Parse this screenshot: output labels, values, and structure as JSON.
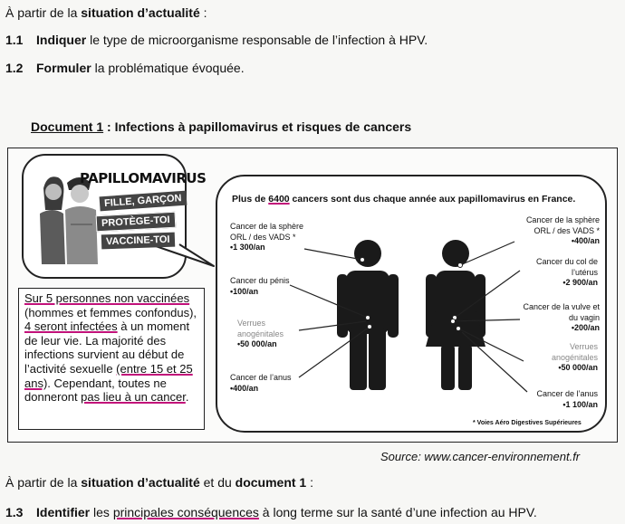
{
  "intro": {
    "prefix": "À partir de la ",
    "bold": "situation d’actualité",
    "suffix": " :"
  },
  "questions": [
    {
      "num": "1.1",
      "verb": "Indiquer",
      "text": " le type de microorganisme responsable de l’infection à HPV."
    },
    {
      "num": "1.2",
      "verb": "Formuler",
      "text": " la problématique évoquée."
    }
  ],
  "document": {
    "label": "Document 1",
    "title": " : Infections à papillomavirus et risques de cancers"
  },
  "poster": {
    "title": "PAPILLOMAVIRUS",
    "line1": "FILLE, GARÇON",
    "line2": "PROTÈGE-TOI",
    "line3": "VACCINE-TOI"
  },
  "textbox": {
    "p1": "Sur 5 personnes non vaccinées",
    "p2": "(hommes et femmes confondus),",
    "p3": "4 seront infectées",
    "p4": " à un moment de leur vie. La majorité des infections survient au début de l’activité sexuelle ",
    "p5": "(entre 15 et 25 ans)",
    "p6": ". Cependant, toutes ne donneront ",
    "p7": "pas lieu à un cancer",
    "p8": "."
  },
  "infographic": {
    "title_a": "Plus de ",
    "title_num": "6400",
    "title_b": " cancers sont dus chaque année aux papillomavirus en France.",
    "left": [
      {
        "label": "Cancer de la sphère ORL / des VADS *",
        "value": "•1 300/an"
      },
      {
        "label": "Cancer du pénis",
        "value": "•100/an"
      },
      {
        "label": "Verrues anogénitales",
        "value": "•50 000/an"
      },
      {
        "label": "Cancer de l’anus",
        "value": "•400/an"
      }
    ],
    "right": [
      {
        "label": "Cancer de la sphère ORL / des VADS *",
        "value": "•400/an"
      },
      {
        "label": "Cancer du col de l’utérus",
        "value": "•2 900/an"
      },
      {
        "label": "Cancer de la vulve et du vagin",
        "value": "•200/an"
      },
      {
        "label": "Verrues anogénitales",
        "value": "•50 000/an"
      },
      {
        "label": "Cancer de l’anus",
        "value": "•1 100/an"
      }
    ],
    "footnote": "* Voies Aéro Digestives Supérieures"
  },
  "source": "Source: www.cancer-environnement.fr",
  "intro2": {
    "prefix": "À partir de la ",
    "bold1": "situation d’actualité",
    "mid": " et du ",
    "bold2": "document 1",
    "suffix": " :"
  },
  "question3": {
    "num": "1.3",
    "verb": "Identifier",
    "text_a": " les ",
    "text_u": "principales conséquences",
    "text_b": " à long terme sur la santé d’une infection au HPV."
  },
  "colors": {
    "underline": "#c2127a",
    "dark": "#222222",
    "figure": "#1a1a1a"
  }
}
